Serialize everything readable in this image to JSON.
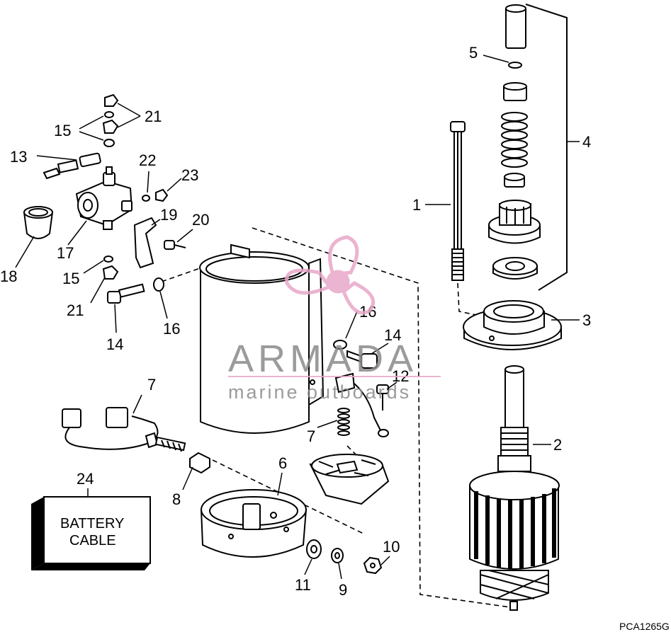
{
  "figure_code": "PCA1265G",
  "watermark": {
    "brand": "ARMADA",
    "tagline": "marine outboards",
    "logo_color": "#e8a7c8"
  },
  "battery_box": {
    "line1": "BATTERY",
    "line2": "CABLE"
  },
  "callouts": [
    "1",
    "2",
    "3",
    "4",
    "5",
    "6",
    "7",
    "7",
    "8",
    "9",
    "10",
    "11",
    "12",
    "13",
    "14",
    "14",
    "15",
    "15",
    "16",
    "16",
    "17",
    "18",
    "19",
    "20",
    "21",
    "21",
    "22",
    "23",
    "24"
  ]
}
